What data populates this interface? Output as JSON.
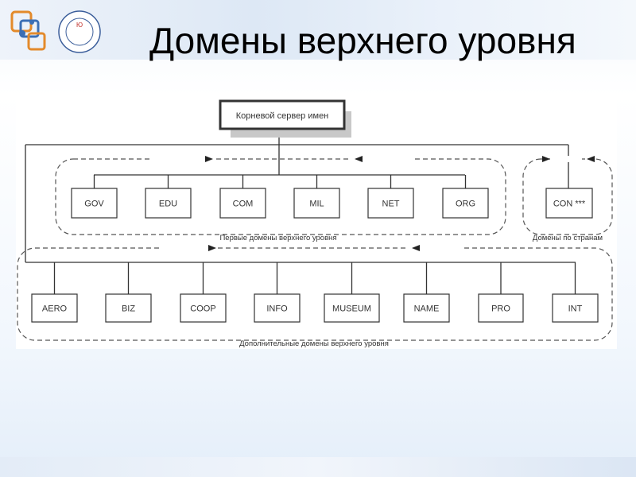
{
  "title": "Домены верхнего уровня",
  "diagram": {
    "root": "Корневой сервер имен",
    "first_level": [
      "GOV",
      "EDU",
      "COM",
      "MIL",
      "NET",
      "ORG"
    ],
    "country": [
      "CON ***"
    ],
    "additional": [
      "AERO",
      "BIZ",
      "COOP",
      "INFO",
      "MUSEUM",
      "NAME",
      "PRO",
      "INT"
    ],
    "first_label": "Первые домены верхнего уровня",
    "country_label": "Домены по странам",
    "additional_label": "Дополнительные домены верхнего уровня"
  }
}
